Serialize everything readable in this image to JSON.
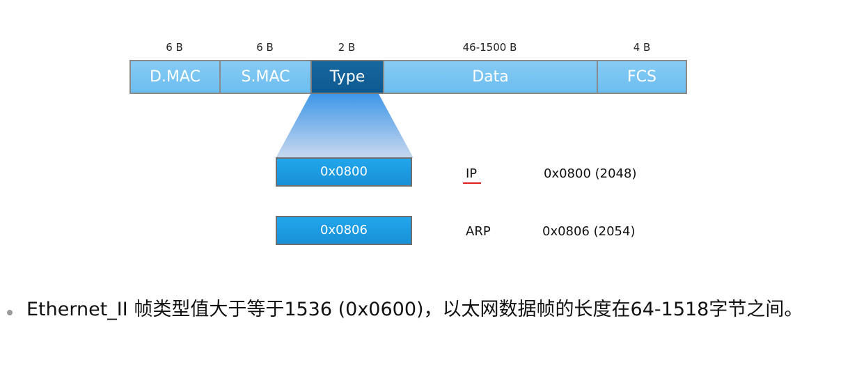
{
  "frame": {
    "fields": [
      {
        "size": "6 B",
        "label": "D.MAC"
      },
      {
        "size": "6 B",
        "label": "S.MAC"
      },
      {
        "size": "2 B",
        "label": "Type"
      },
      {
        "size": "46-1500 B",
        "label": "Data"
      },
      {
        "size": "4 B",
        "label": "FCS"
      }
    ]
  },
  "type_values": [
    {
      "code": "0x0800",
      "protocol": "IP",
      "value": "0x0800 (2048)"
    },
    {
      "code": "0x0806",
      "protocol": "ARP",
      "value": "0x0806 (2054)"
    }
  ],
  "note": "Ethernet_II 帧类型值大于等于1536 (0x0600)，以太网数据帧的长度在64-1518字节之间。",
  "colors": {
    "field_fill": "#6cbdf0",
    "type_fill": "#0e5a90",
    "value_fill": "#1890d8",
    "annotation_red": "#e02020"
  }
}
